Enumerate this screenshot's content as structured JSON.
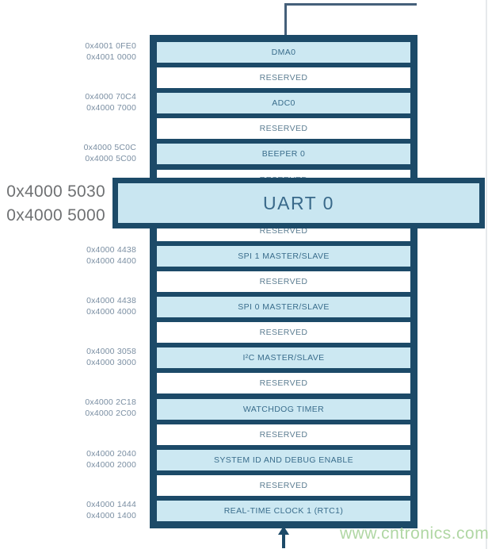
{
  "stack": {
    "rows": [
      {
        "label": "DMA0"
      },
      {
        "label": "RESERVED"
      },
      {
        "label": "ADC0"
      },
      {
        "label": "RESERVED"
      },
      {
        "label": "BEEPER 0"
      },
      {
        "label": "RESERVED"
      },
      {
        "label": ""
      },
      {
        "label": "RESERVED"
      },
      {
        "label": "SPI 1 MASTER/SLAVE"
      },
      {
        "label": "RESERVED"
      },
      {
        "label": "SPI 0 MASTER/SLAVE"
      },
      {
        "label": "RESERVED"
      },
      {
        "label": "I²C MASTER/SLAVE"
      },
      {
        "label": "RESERVED"
      },
      {
        "label": "WATCHDOG TIMER"
      },
      {
        "label": "RESERVED"
      },
      {
        "label": "SYSTEM ID AND DEBUG ENABLE"
      },
      {
        "label": "RESERVED"
      },
      {
        "label": "REAL-TIME CLOCK 1 (RTC1)"
      }
    ]
  },
  "addresses": [
    {
      "hi": "0x4001 0FE0",
      "lo": "0x4001 0000"
    },
    {
      "hi": "0x4000 70C4",
      "lo": "0x4000 7000"
    },
    {
      "hi": "0x4000 5C0C",
      "lo": "0x4000 5C00"
    },
    {
      "hi": "0x4000 4438",
      "lo": "0x4000 4400"
    },
    {
      "hi": "0x4000 4438",
      "lo": "0x4000 4000"
    },
    {
      "hi": "0x4000 3058",
      "lo": "0x4000 3000"
    },
    {
      "hi": "0x4000 2C18",
      "lo": "0x4000 2C00"
    },
    {
      "hi": "0x4000 2040",
      "lo": "0x4000 2000"
    },
    {
      "hi": "0x4000 1444",
      "lo": "0x4000 1400"
    }
  ],
  "uart_callout": {
    "label": "UART 0",
    "hi": "0x4000 5030",
    "lo": "0x4000 5000"
  },
  "watermark": "www.cntronics.com",
  "colors": {
    "frame_navy": "#1c4a68",
    "row_light_blue": "#cce8f2",
    "row_white": "#ffffff",
    "peripheral_text": "#3a6d8c",
    "reserved_text": "#5d7e92",
    "address_text": "#7a8ea2",
    "uart_address_text": "#6f7173",
    "connector_line": "#45607a",
    "watermark_green": "#b0d7a4"
  }
}
